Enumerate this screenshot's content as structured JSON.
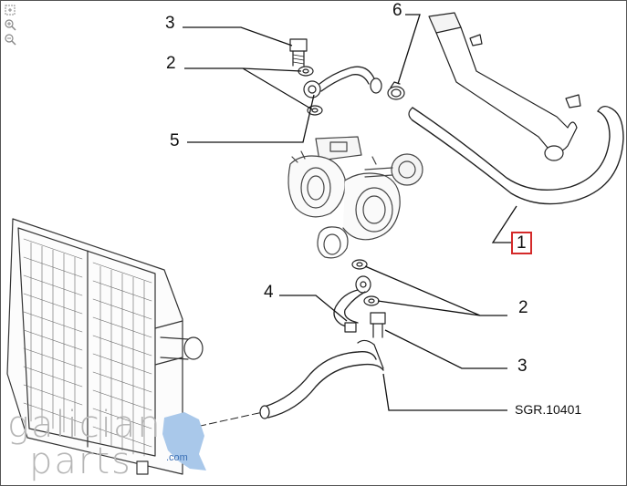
{
  "callouts": {
    "c3_top": "3",
    "c2_top": "2",
    "c5": "5",
    "c6": "6",
    "c1": "1",
    "c4": "4",
    "c2_bottom": "2",
    "c3_bottom": "3"
  },
  "reference": "SGR.10401",
  "highlight_color": "#d42a2a",
  "toolbar": {
    "reset_icon": "fit-view-icon",
    "zoom_in_icon": "zoom-in-icon",
    "zoom_out_icon": "zoom-out-icon"
  },
  "watermark": {
    "line1": "galician",
    "line2": "parts",
    "domain": ".com"
  }
}
